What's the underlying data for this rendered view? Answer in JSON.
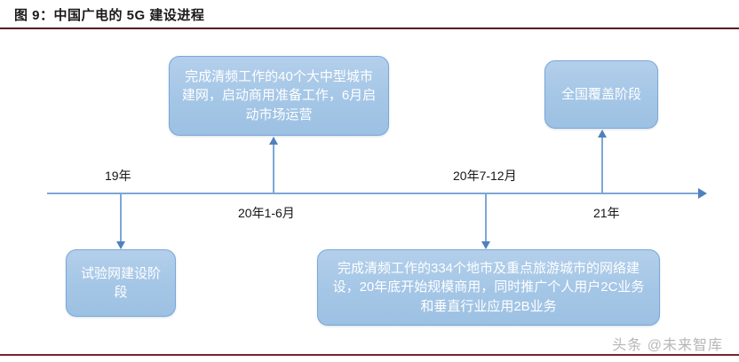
{
  "figure": {
    "title": "图 9：中国广电的 5G 建设进程",
    "accent_color": "#5c1420",
    "box_fill_color": "#a4c6e6",
    "box_border_color": "#7ba7d7",
    "line_color": "#4f81bd"
  },
  "timeline": {
    "periods": [
      {
        "id": "period-19",
        "label": "19年",
        "position": "above"
      },
      {
        "id": "period-20-h1",
        "label": "20年1-6月",
        "position": "below"
      },
      {
        "id": "period-20-h2",
        "label": "20年7-12月",
        "position": "above"
      },
      {
        "id": "period-21",
        "label": "21年",
        "position": "below"
      }
    ]
  },
  "stages": [
    {
      "id": "stage-trial-network",
      "label": "试验网建设阶段",
      "period": "19年",
      "side": "below"
    },
    {
      "id": "stage-40-cities",
      "label": "完成清频工作的40个大中型城市建网，启动商用准备工作，6月启动市场运营",
      "period": "20年1-6月",
      "side": "above"
    },
    {
      "id": "stage-334-cities",
      "label": "完成清频工作的334个地市及重点旅游城市的网络建设，20年底开始规模商用，同时推广个人用户2C业务和垂直行业应用2B业务",
      "period": "20年7-12月",
      "side": "below"
    },
    {
      "id": "stage-nationwide",
      "label": "全国覆盖阶段",
      "period": "21年",
      "side": "above"
    }
  ],
  "watermark": {
    "text": "头条 @未来智库"
  }
}
